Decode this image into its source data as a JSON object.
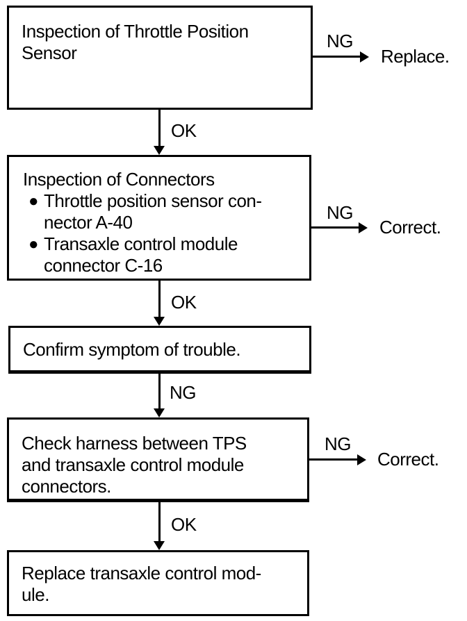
{
  "colors": {
    "ink": "#000000",
    "paper": "#ffffff"
  },
  "flowchart": {
    "boxes": [
      {
        "id": "inspect-tps",
        "text": "Inspection of Throttle Position\nSensor"
      },
      {
        "id": "inspect-connectors",
        "title": "Inspection of Connectors",
        "bullets": [
          {
            "marker": "●",
            "text": "Throttle position sensor con-\nnector A-40"
          },
          {
            "marker": "●",
            "text": "Transaxle control module\nconnector C-16"
          }
        ]
      },
      {
        "id": "confirm-symptom",
        "text": "Confirm symptom of trouble."
      },
      {
        "id": "check-harness",
        "text": "Check harness between TPS\nand transaxle control module\nconnectors."
      },
      {
        "id": "replace-tcm",
        "text": "Replace transaxle control mod-\nule."
      }
    ],
    "connectors": [
      {
        "from": "inspect-tps",
        "to": "inspect-connectors",
        "label": "OK"
      },
      {
        "from": "inspect-connectors",
        "to": "confirm-symptom",
        "label": "OK"
      },
      {
        "from": "confirm-symptom",
        "to": "check-harness",
        "label": "NG"
      },
      {
        "from": "check-harness",
        "to": "replace-tcm",
        "label": "OK"
      }
    ],
    "branches": [
      {
        "from": "inspect-tps",
        "label": "NG",
        "result": "Replace."
      },
      {
        "from": "inspect-connectors",
        "label": "NG",
        "result": "Correct."
      },
      {
        "from": "check-harness",
        "label": "NG",
        "result": "Correct."
      }
    ]
  }
}
